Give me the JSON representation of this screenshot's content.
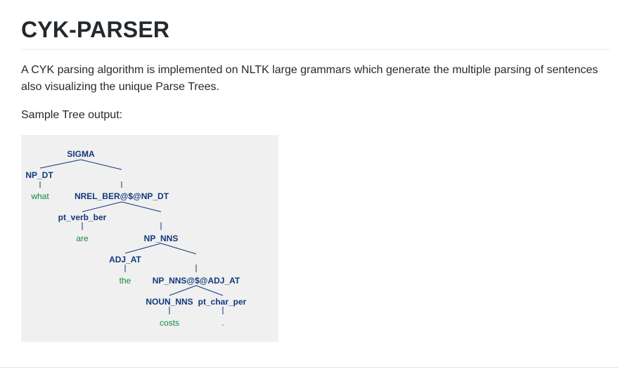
{
  "title": "CYK-PARSER",
  "description": "A CYK parsing algorithm is implemented on NLTK large grammars which generate the multiple parsing of sentences also visualizing the unique Parse Trees.",
  "sample_label": "Sample Tree output:",
  "tree": {
    "sigma": "SIGMA",
    "np_dt": "NP_DT",
    "what": "what",
    "nrel": "NREL_BER@$@NP_DT",
    "pt_verb": "pt_verb_ber",
    "are": "are",
    "np_nns": "NP_NNS",
    "adj_at": "ADJ_AT",
    "the": "the",
    "np_nns_adj": "NP_NNS@$@ADJ_AT",
    "noun_nns": "NOUN_NNS",
    "pt_char": "pt_char_per",
    "costs": "costs",
    "period": "."
  }
}
